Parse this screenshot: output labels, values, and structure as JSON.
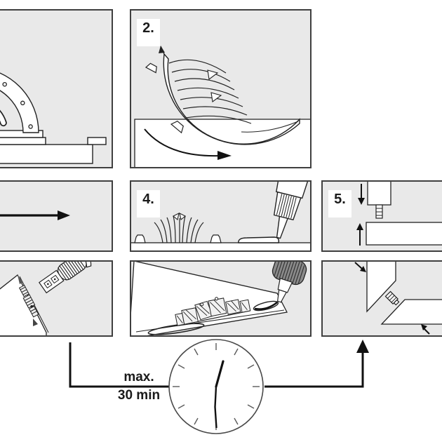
{
  "steps": {
    "step2_label": "2.",
    "step4_label": "4.",
    "step5_label": "5."
  },
  "timer": {
    "max_label": "max.",
    "duration_label": "30 min"
  },
  "colors": {
    "panel_background": "#e9e9e9",
    "panel_border": "#3f3f3f",
    "line_black": "#1a1a1a",
    "part_white": "#ffffff",
    "glue_cap_gray": "#8a8a8a"
  }
}
